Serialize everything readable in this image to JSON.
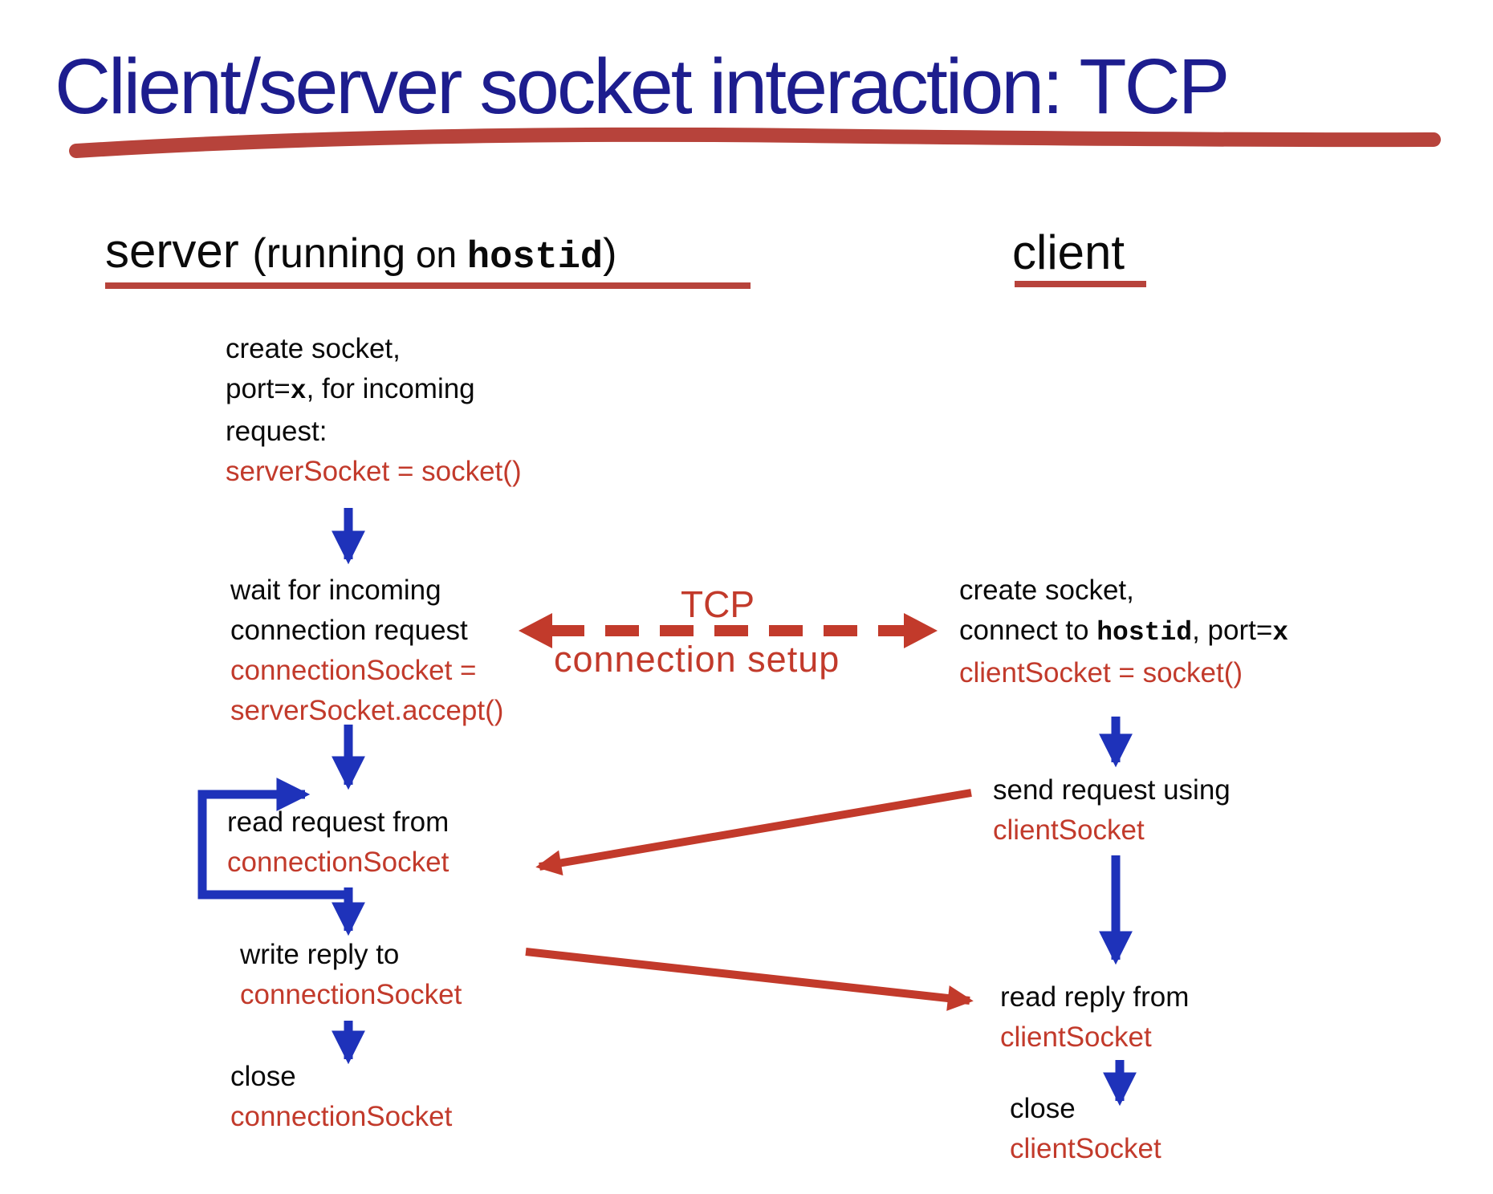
{
  "title": "Client/server socket interaction: TCP",
  "headers": {
    "server": {
      "word": "server",
      "running": "(running",
      "on": " on ",
      "host": "hostid",
      "close_paren": ")"
    },
    "client": "client"
  },
  "middle": {
    "tcp": "TCP",
    "setup": "connection setup"
  },
  "server": {
    "create": {
      "line1": "create socket,",
      "line2_pre": "port=",
      "line2_mono": "x",
      "line2_post": ", for incoming",
      "line3": "request:",
      "code": "serverSocket = socket()"
    },
    "wait": {
      "line1": "wait for incoming",
      "line2": "connection request",
      "code1": "connectionSocket =",
      "code2": "serverSocket.accept()"
    },
    "read": {
      "line1": "read request from",
      "code": "connectionSocket"
    },
    "write": {
      "line1": "write reply to",
      "code": "connectionSocket"
    },
    "close": {
      "line1": "close",
      "code": "connectionSocket"
    }
  },
  "client": {
    "create": {
      "line1": "create socket,",
      "line2_pre": "connect to ",
      "line2_mono1": "hostid",
      "line2_mid": ", port=",
      "line2_mono2": "x",
      "code": "clientSocket = socket()"
    },
    "send": {
      "line1": "send request using",
      "code": "clientSocket"
    },
    "read": {
      "line1": "read reply from",
      "code": "clientSocket"
    },
    "close": {
      "line1": "close",
      "code": "clientSocket"
    }
  },
  "colors": {
    "title_navy": "#1d1d8e",
    "accent_red": "#c23a2b",
    "underline_red": "#b7433b",
    "flow_blue": "#1e32ba",
    "text_black": "#0a0a0a"
  }
}
